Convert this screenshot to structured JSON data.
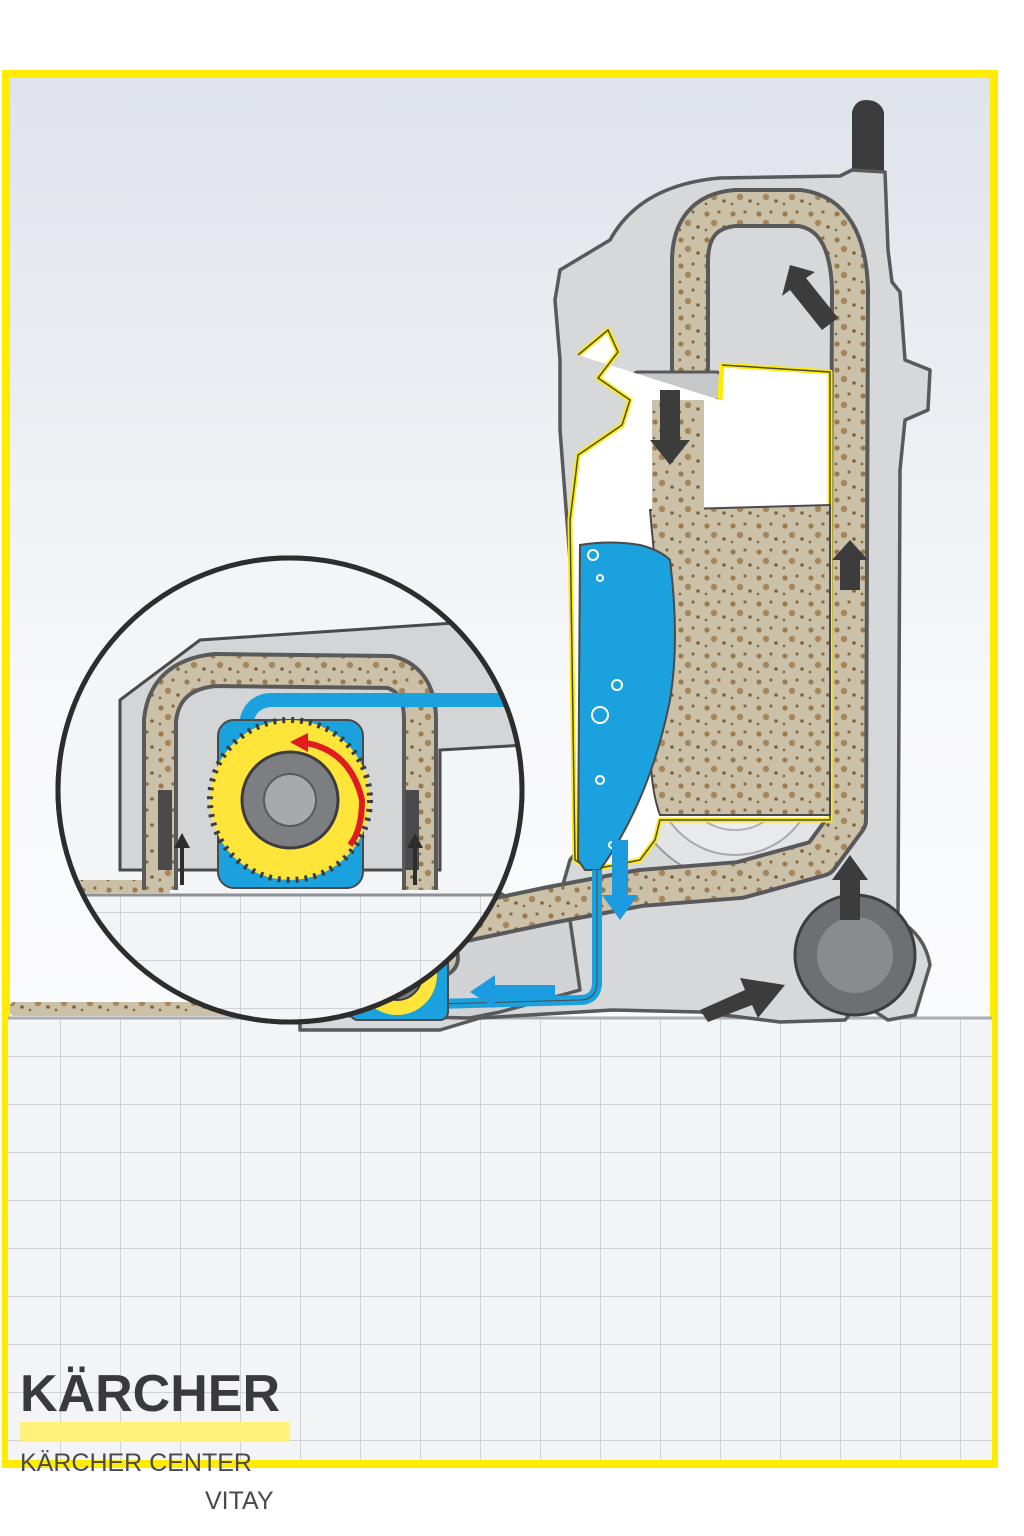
{
  "brand": {
    "wordmark": "KÄRCHER",
    "center_name": "KÄRCHER CENTER",
    "center_location": "VITAY"
  },
  "colors": {
    "frame_yellow": "#ffec00",
    "clean_water": "#1aa0dc",
    "dirt_channel": "#c9bfa6",
    "housing": "#d9d9d9",
    "brush_yellow": "#ffe53a",
    "rotation_arrow": "#e01b22",
    "flow_arrow_dark": "#3c3c3c",
    "flow_arrow_blue": "#1d9be0"
  },
  "icons": {
    "dirt_flow_arrow": "arrow-dark",
    "clean_water_arrow": "arrow-blue",
    "brush_rotation": "curved-red-arrow"
  }
}
